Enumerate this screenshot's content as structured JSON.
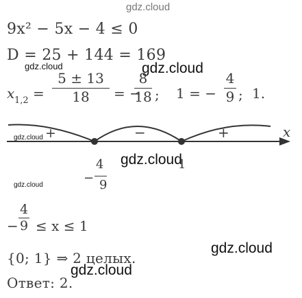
{
  "watermarks": {
    "top": "gdz.cloud",
    "w1": "gdz.cloud",
    "w2": "gdz.cloud",
    "w3": "gdz.cloud",
    "w4": "gdz.cloud",
    "w5": "gdz.cloud",
    "w6": "gdz.cloud",
    "w7": "gdz.cloud"
  },
  "line1": {
    "inequality": "9x² − 5x − 4 ≤ 0"
  },
  "line2": {
    "discriminant": "D = 25 + 144 = 169"
  },
  "line3": {
    "lhs": "x",
    "sub": "1,2",
    "eq1": "=",
    "num1": "5 ± 13",
    "den1": "18",
    "eq2": "= −",
    "num2": "8",
    "den2": "18",
    "sep1": ";",
    "one": "1 = −",
    "num3": "4",
    "den3": "9",
    "sep2": ";",
    "tail": "1."
  },
  "number_line": {
    "axis_label": "x",
    "sign_left": "+",
    "sign_mid": "−",
    "sign_right": "+",
    "point_left_num": "4",
    "point_left_den": "9",
    "point_left_sign": "−",
    "point_right": "1",
    "axis_color": "#333333"
  },
  "line4": {
    "minus": "−",
    "num": "4",
    "den": "9",
    "rest": "≤ x ≤ 1"
  },
  "line5": {
    "text": "{0; 1} ⇒ 2 целых."
  },
  "line6": {
    "text": "Ответ: 2."
  }
}
